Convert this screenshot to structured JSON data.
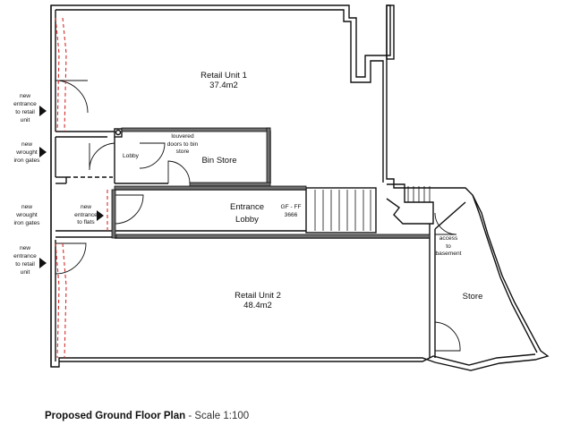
{
  "rooms": {
    "retail_unit_1": {
      "name": "Retail Unit 1",
      "area": "37.4m2"
    },
    "retail_unit_2": {
      "name": "Retail Unit 2",
      "area": "48.4m2"
    },
    "bin_store": {
      "name": "Bin Store"
    },
    "entrance_lobby": {
      "line1": "Entrance",
      "line2": "Lobby"
    },
    "store": {
      "name": "Store"
    },
    "lobby": {
      "name": "Lobby"
    }
  },
  "annotations": {
    "louvered_doors": [
      "louvered",
      "doors to bin",
      "store"
    ],
    "level": [
      "GF - FF",
      "3666"
    ],
    "access_basement": [
      "access",
      "to",
      "basement"
    ],
    "new_entrance_flats": [
      "new",
      "entrance",
      "to flats"
    ],
    "new_entrance_retail_1": [
      "new",
      "entrance",
      "to retail",
      "unit"
    ],
    "new_wrought_gates_1": [
      "new",
      "wrought",
      "iron gates"
    ],
    "new_wrought_gates_2": [
      "new",
      "wrought",
      "iron gates"
    ],
    "new_entrance_retail_2": [
      "new",
      "entrance",
      "to retail",
      "unit"
    ]
  },
  "title": {
    "bold": "Proposed Ground Floor Plan",
    "rest": " - Scale 1:100"
  },
  "colors": {
    "wall": "#111111",
    "partition_fill": "#6f6f6f",
    "new_opening": "#d42a2a"
  }
}
